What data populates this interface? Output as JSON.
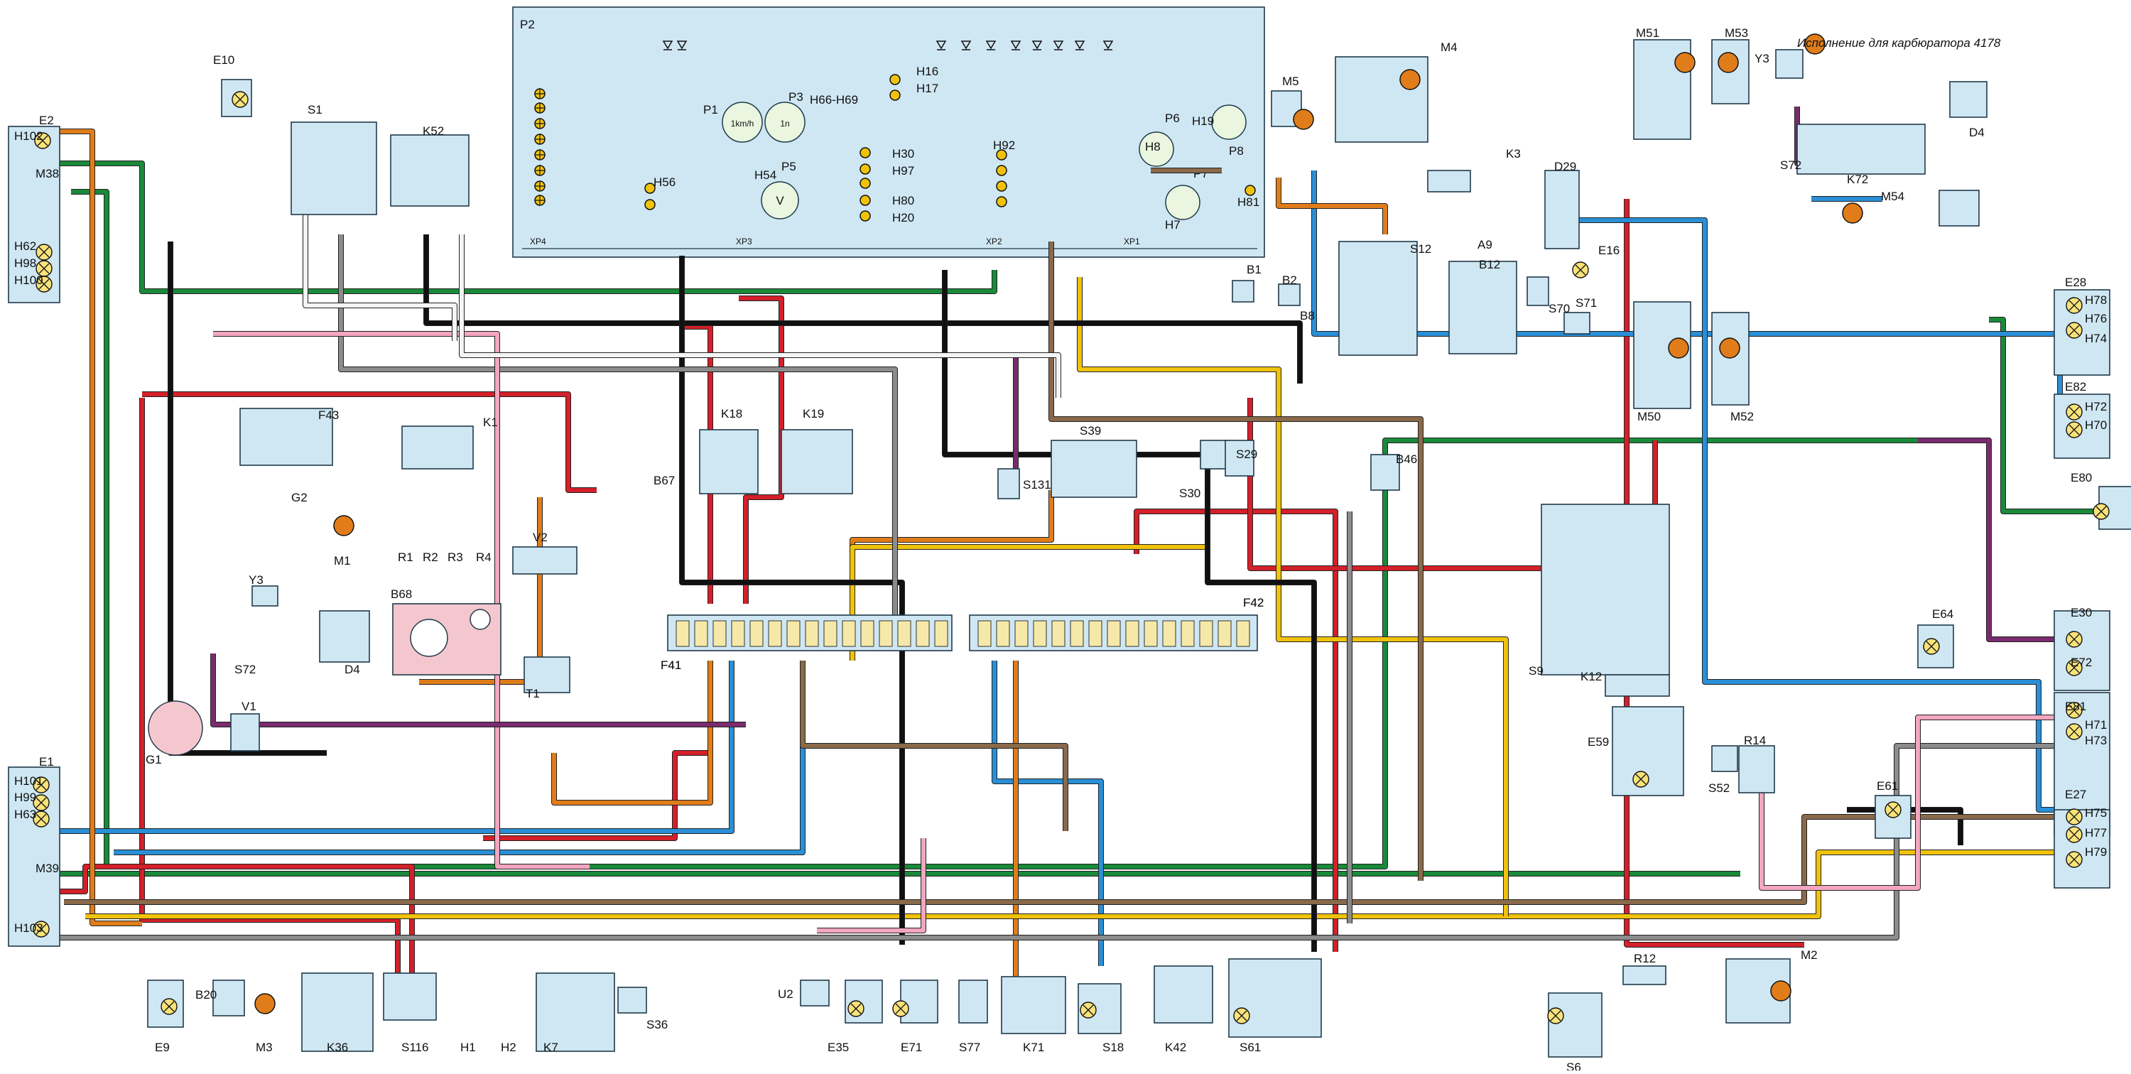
{
  "note": "Исполнение для карбюратора 4178",
  "colors": {
    "panel": "#cfe7f3",
    "outline": "#1f3a4a",
    "red": "#d3202a",
    "green": "#1a8a3a",
    "blue": "#2a8fd6",
    "black": "#111111",
    "brown": "#8a6a4a",
    "orange": "#e07d1a",
    "yellow": "#f0c20c",
    "grey": "#8c8c8c",
    "pink": "#f2a6c0",
    "violet": "#7a2b6e",
    "white": "#f4f4f4"
  },
  "components": {
    "P2": "P2",
    "E10": "E10",
    "E2": "E2",
    "H102": "H102",
    "M38": "M38",
    "H62": "H62",
    "H98": "H98",
    "H100": "H100",
    "S1": "S1",
    "K52": "K52",
    "F43": "F43",
    "K1": "K1",
    "G2": "G2",
    "M1": "M1",
    "Y3a": "Y3",
    "S72a": "S72",
    "D4a": "D4",
    "B68": "B68",
    "R1": "R1",
    "R2": "R2",
    "R3": "R3",
    "R4": "R4",
    "V2": "V2",
    "T1": "T1",
    "G1": "G1",
    "V1": "V1",
    "E1": "E1",
    "H101": "H101",
    "H99": "H99",
    "H63": "H63",
    "M39": "M39",
    "H103": "H103",
    "E9": "E9",
    "B20": "B20",
    "M3": "M3",
    "K36": "K36",
    "S116": "S116",
    "H1": "H1",
    "H2": "H2",
    "K7": "K7",
    "S36": "S36",
    "B67": "B67",
    "K18": "K18",
    "K19": "K19",
    "F41": "F41",
    "U2": "U2",
    "E35": "E35",
    "E71": "E71",
    "S77": "S77",
    "S131": "S131",
    "S39": "S39",
    "F42": "F42",
    "K71": "K71",
    "S18": "S18",
    "K42": "K42",
    "S61": "S61",
    "M5": "M5",
    "M4": "M4",
    "K3": "K3",
    "S12": "S12",
    "A9": "A9",
    "B12": "B12",
    "B1": "B1",
    "B2": "B2",
    "B8": "B8",
    "S70": "S70",
    "S71": "S71",
    "E16": "E16",
    "D29": "D29",
    "M51": "M51",
    "M53": "M53",
    "Y3b": "Y3",
    "S72b": "S72",
    "K72": "K72",
    "M54": "M54",
    "D4b": "D4",
    "M50": "M50",
    "M52": "M52",
    "S30": "S30",
    "S29": "S29",
    "B46": "B46",
    "S9": "S9",
    "K12": "K12",
    "E59": "E59",
    "E64": "E64",
    "S52": "S52",
    "R14": "R14",
    "E61": "E61",
    "R12": "R12",
    "M2": "M2",
    "S6": "S6",
    "E28": "E28",
    "H78": "H78",
    "H76": "H76",
    "H74": "H74",
    "E82": "E82",
    "H72": "H72",
    "H70": "H70",
    "E80": "E80",
    "E30": "E30",
    "E72": "E72",
    "E81": "E81",
    "H71": "H71",
    "H73": "H73",
    "E27": "E27",
    "H75": "H75",
    "H77": "H77",
    "H79": "H79",
    "P1": "P1",
    "P3": "P3",
    "P5": "P5",
    "H56": "H56",
    "H54": "H54",
    "H16": "H16",
    "H17": "H17",
    "H66_69": "H66-H69",
    "H30": "H30",
    "H97": "H97",
    "H80": "H80",
    "H20": "H20",
    "H92": "H92",
    "H8": "H8",
    "H19": "H19",
    "P6": "P6",
    "P8": "P8",
    "P7": "P7",
    "H7": "H7",
    "H81": "H81",
    "XP4": "XP4",
    "XP3": "XP3",
    "XP2": "XP2",
    "XP1": "XP1",
    "P1_unit": "1km/h",
    "P3_unit": "1n",
    "P5_unit": "V"
  }
}
